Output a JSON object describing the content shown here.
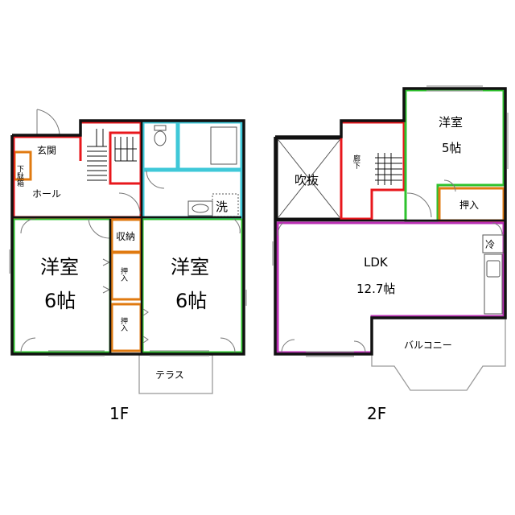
{
  "floors": {
    "first": {
      "label": "1F",
      "rooms": {
        "entrance": "玄関",
        "shoe_storage": "下駄箱",
        "hall": "ホール",
        "storage": "収納",
        "western_left_name": "洋室",
        "western_left_size": "6帖",
        "western_right_name": "洋室",
        "western_right_size": "6帖",
        "closet_upper": "押入",
        "closet_lower": "押入",
        "washroom": "洗",
        "terrace": "テラス"
      }
    },
    "second": {
      "label": "2F",
      "rooms": {
        "void": "吹抜",
        "corridor": "廊下",
        "western_name": "洋室",
        "western_size": "5帖",
        "closet": "押入",
        "fridge": "冷",
        "ldk_name": "LDK",
        "ldk_size": "12.7帖",
        "balcony": "バルコニー"
      }
    }
  },
  "colors": {
    "wall": "#111111",
    "entrance_hall": "#e8171c",
    "western_rooms": "#2ec22e",
    "storage": "#e07a10",
    "water": "#3fc8d8",
    "ldk": "#b92fb3",
    "grey_line": "#9a9a9a"
  }
}
